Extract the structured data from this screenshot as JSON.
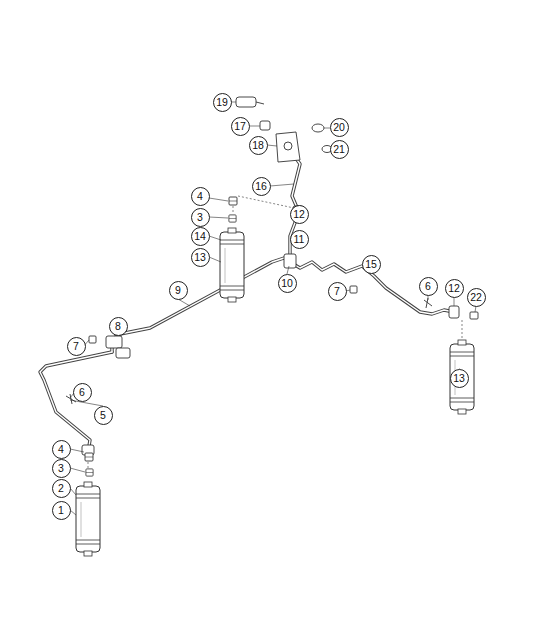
{
  "diagram": {
    "labels": [
      "19",
      "17",
      "18",
      "20",
      "21",
      "16",
      "4",
      "3",
      "14",
      "13",
      "12",
      "11",
      "15",
      "10",
      "9",
      "7",
      "6",
      "12",
      "22",
      "8",
      "13",
      "7",
      "6",
      "5",
      "4",
      "3",
      "2",
      "1"
    ]
  }
}
